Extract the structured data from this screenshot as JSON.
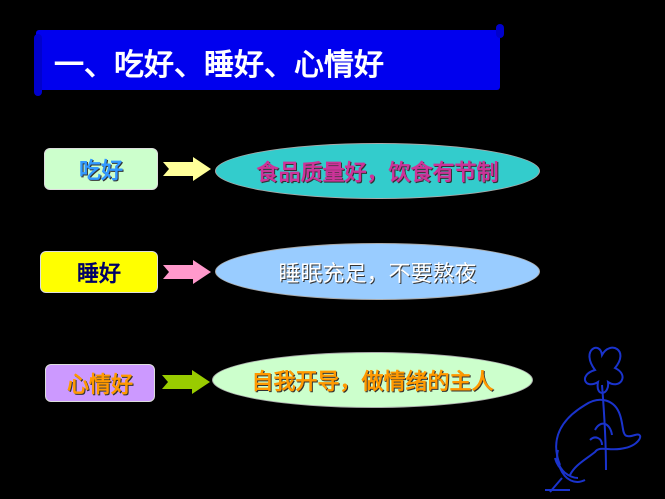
{
  "title": "一、吃好、睡好、心情好",
  "rows": [
    {
      "label": "吃好",
      "description": "食品质量好，饮食有节制",
      "colors": {
        "box": "#ccffcc",
        "label_text": "#3399ff",
        "arrow": "#ffff99",
        "oval": "#33cccc",
        "desc_text": "#cc3399"
      }
    },
    {
      "label": "睡好",
      "description": "睡眠充足，不要熬夜",
      "colors": {
        "box": "#ffff00",
        "label_text": "#000066",
        "arrow": "#ff99cc",
        "oval": "#99ccff",
        "desc_text": "#ffffff"
      }
    },
    {
      "label": "心情好",
      "description": "自我开导，做情绪的主人",
      "colors": {
        "box": "#cc99ff",
        "label_text": "#ff9900",
        "arrow": "#99cc00",
        "oval": "#ccffcc",
        "desc_text": "#ff9900"
      }
    }
  ],
  "decoration": {
    "icon": "hand-holding-flower-icon",
    "color": "#1a33cc"
  }
}
